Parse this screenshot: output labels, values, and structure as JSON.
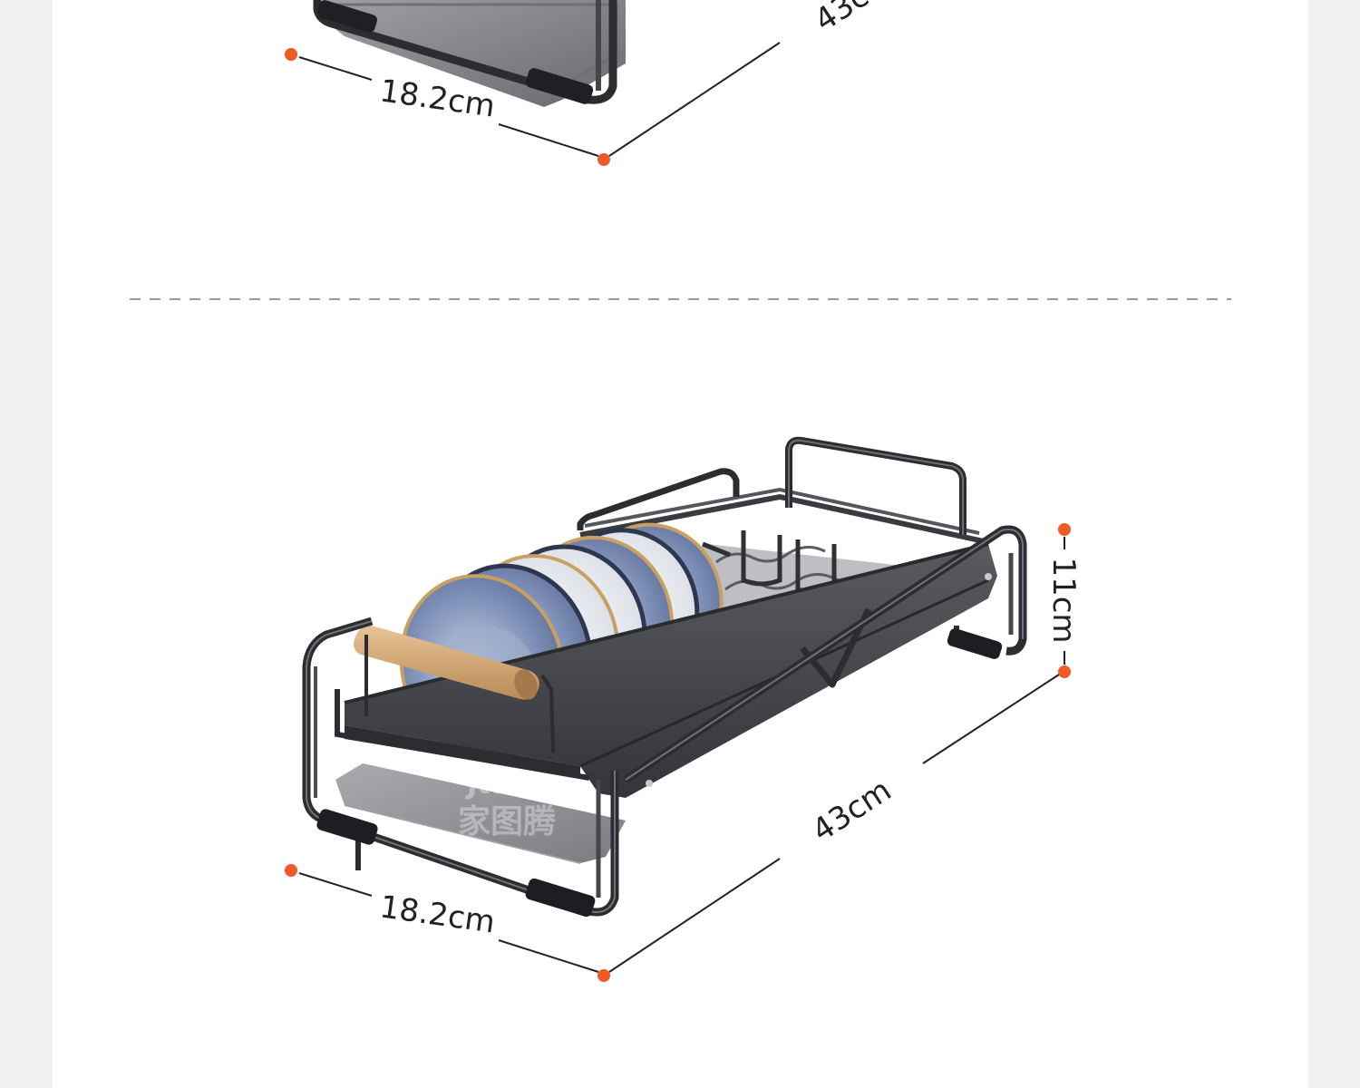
{
  "page": {
    "background": "#f1f1f1",
    "card_color": "#ffffff",
    "accent_dot_color": "#f15a24",
    "rack_color": "#3a3b3e"
  },
  "top_product": {
    "width_label": "18.2cm",
    "length_label_partial": "43c"
  },
  "divider": {
    "style": "dashed",
    "color": "#9a9a9a"
  },
  "bottom_product": {
    "width_label": "18.2cm",
    "length_label": "43cm",
    "height_label": "11cm",
    "watermark_latin": "Jtutm",
    "watermark_cjk": "家图腾"
  }
}
